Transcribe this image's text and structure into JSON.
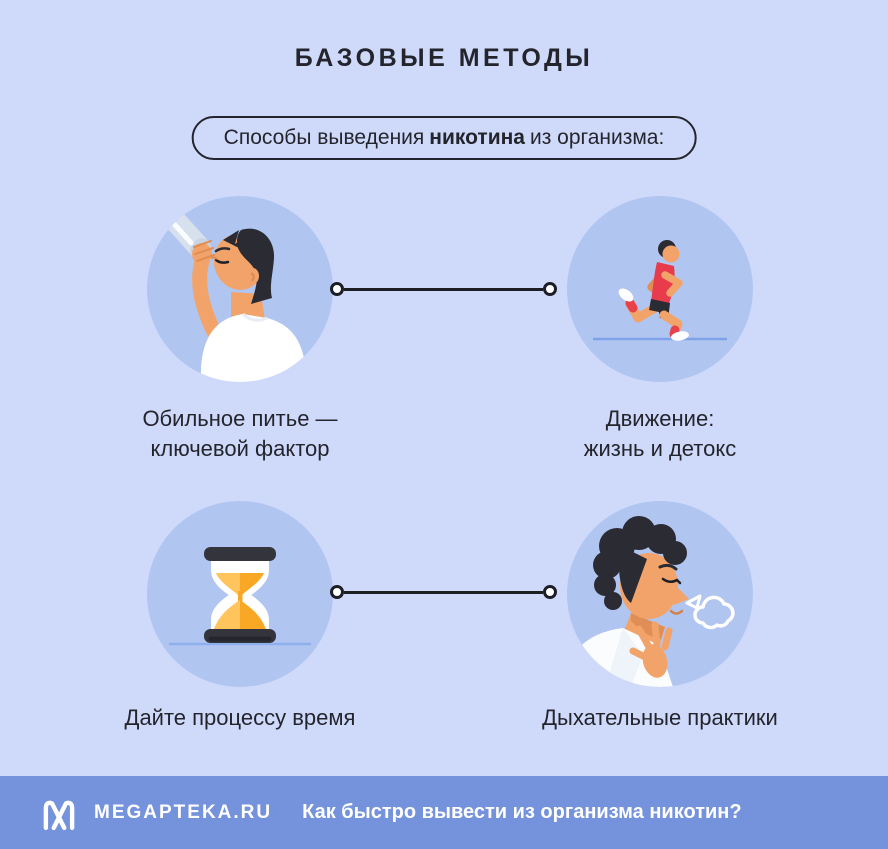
{
  "header": {
    "title": "БАЗОВЫЕ МЕТОДЫ"
  },
  "subtitle": {
    "prefix": "Способы выведения",
    "highlight": "никотина",
    "suffix": "из организма:"
  },
  "methods": [
    {
      "id": "water",
      "icon": "drinking-water-icon",
      "label_lines": [
        "Обильное питье —",
        "ключевой фактор"
      ]
    },
    {
      "id": "movement",
      "icon": "running-icon",
      "label_lines": [
        "Движение:",
        "жизнь и детокс"
      ]
    },
    {
      "id": "time",
      "icon": "hourglass-icon",
      "label_lines": [
        "Дайте процессу время"
      ]
    },
    {
      "id": "breathing",
      "icon": "breathing-icon",
      "label_lines": [
        "Дыхательные практики"
      ]
    }
  ],
  "footer": {
    "brand": "MEGAPTEKA.RU",
    "question": "Как быстро вывести из организма никотин?",
    "logo_icon": "megapteka-logo-icon"
  },
  "colors": {
    "background": "#CFDAFB",
    "circle_fill": "#B1C5F1",
    "footer_bar": "#7592DC",
    "text_dark": "#24252C",
    "connector": "#1D1E24",
    "white": "#FFFFFF",
    "accent_red": "#E83B4B",
    "sand_orange": "#F9A826",
    "sand_light": "#FFC55C",
    "skin": "#F2A36A",
    "hair_dark": "#2B2B33",
    "ground_line": "#86A7EA"
  }
}
